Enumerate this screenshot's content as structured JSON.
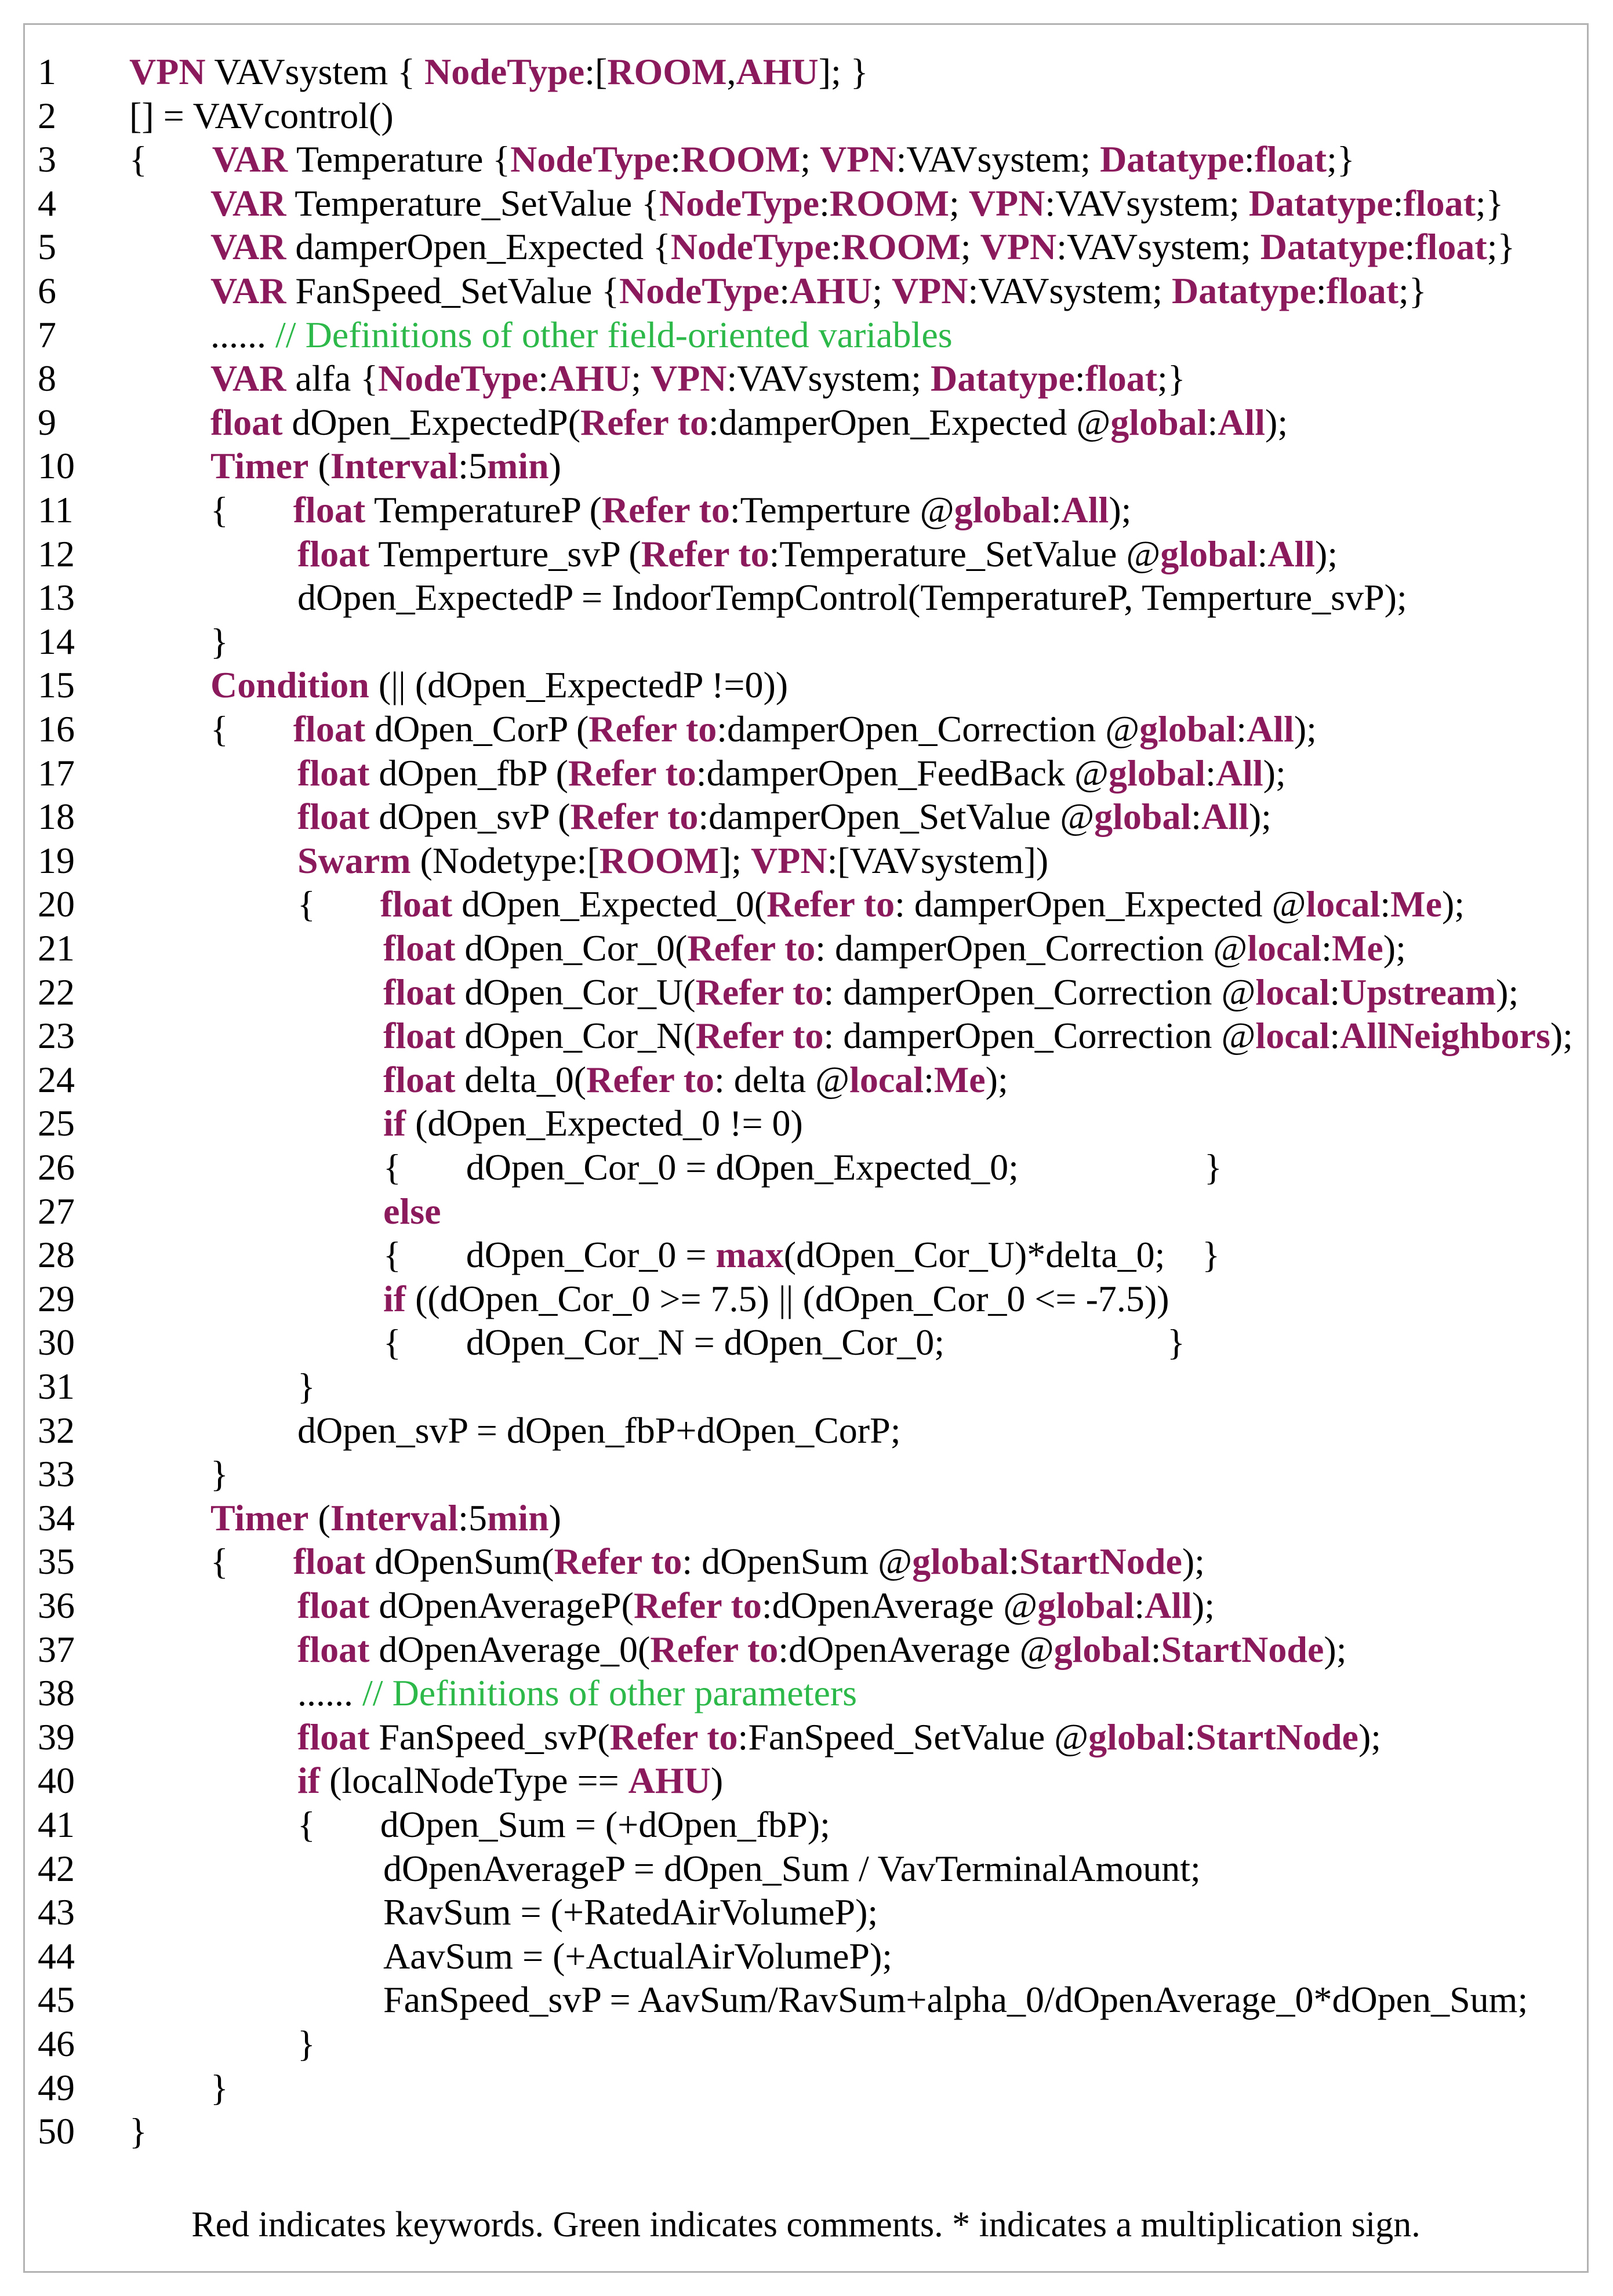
{
  "lines": [
    {
      "n": "1",
      "indent": 0,
      "segs": [
        [
          "k",
          "VPN"
        ],
        [
          "t",
          " VAVsystem { "
        ],
        [
          "k",
          "NodeType"
        ],
        [
          "t",
          ":["
        ],
        [
          "k",
          "ROOM"
        ],
        [
          "t",
          ","
        ],
        [
          "k",
          "AHU"
        ],
        [
          "t",
          "]; }"
        ]
      ]
    },
    {
      "n": "2",
      "indent": 0,
      "segs": [
        [
          "t",
          "[] = VAVcontrol()"
        ]
      ]
    },
    {
      "n": "3",
      "indent": 0,
      "segs": [
        [
          "t",
          "{       "
        ],
        [
          "k",
          "VAR"
        ],
        [
          "t",
          " Temperature {"
        ],
        [
          "k",
          "NodeType"
        ],
        [
          "t",
          ":"
        ],
        [
          "k",
          "ROOM"
        ],
        [
          "t",
          "; "
        ],
        [
          "k",
          "VPN"
        ],
        [
          "t",
          ":VAVsystem; "
        ],
        [
          "k",
          "Datatype"
        ],
        [
          "t",
          ":"
        ],
        [
          "k",
          "float"
        ],
        [
          "t",
          ";}"
        ]
      ]
    },
    {
      "n": "4",
      "indent": 1,
      "segs": [
        [
          "k",
          "VAR"
        ],
        [
          "t",
          " Temperature_SetValue {"
        ],
        [
          "k",
          "NodeType"
        ],
        [
          "t",
          ":"
        ],
        [
          "k",
          "ROOM"
        ],
        [
          "t",
          "; "
        ],
        [
          "k",
          "VPN"
        ],
        [
          "t",
          ":VAVsystem; "
        ],
        [
          "k",
          "Datatype"
        ],
        [
          "t",
          ":"
        ],
        [
          "k",
          "float"
        ],
        [
          "t",
          ";}"
        ]
      ]
    },
    {
      "n": "5",
      "indent": 1,
      "segs": [
        [
          "k",
          "VAR"
        ],
        [
          "t",
          " damperOpen_Expected {"
        ],
        [
          "k",
          "NodeType"
        ],
        [
          "t",
          ":"
        ],
        [
          "k",
          "ROOM"
        ],
        [
          "t",
          "; "
        ],
        [
          "k",
          "VPN"
        ],
        [
          "t",
          ":VAVsystem; "
        ],
        [
          "k",
          "Datatype"
        ],
        [
          "t",
          ":"
        ],
        [
          "k",
          "float"
        ],
        [
          "t",
          ";}"
        ]
      ]
    },
    {
      "n": "6",
      "indent": 1,
      "segs": [
        [
          "k",
          "VAR"
        ],
        [
          "t",
          " FanSpeed_SetValue {"
        ],
        [
          "k",
          "NodeType"
        ],
        [
          "t",
          ":"
        ],
        [
          "k",
          "AHU"
        ],
        [
          "t",
          "; "
        ],
        [
          "k",
          "VPN"
        ],
        [
          "t",
          ":VAVsystem; "
        ],
        [
          "k",
          "Datatype"
        ],
        [
          "t",
          ":"
        ],
        [
          "k",
          "float"
        ],
        [
          "t",
          ";}"
        ]
      ]
    },
    {
      "n": "7",
      "indent": 1,
      "segs": [
        [
          "t",
          "...... "
        ],
        [
          "c",
          "// Definitions of other field-oriented variables"
        ]
      ]
    },
    {
      "n": "8",
      "indent": 1,
      "segs": [
        [
          "k",
          "VAR"
        ],
        [
          "t",
          " alfa {"
        ],
        [
          "k",
          "NodeType"
        ],
        [
          "t",
          ":"
        ],
        [
          "k",
          "AHU"
        ],
        [
          "t",
          "; "
        ],
        [
          "k",
          "VPN"
        ],
        [
          "t",
          ":VAVsystem; "
        ],
        [
          "k",
          "Datatype"
        ],
        [
          "t",
          ":"
        ],
        [
          "k",
          "float"
        ],
        [
          "t",
          ";}"
        ]
      ]
    },
    {
      "n": "9",
      "indent": 1,
      "segs": [
        [
          "k",
          "float"
        ],
        [
          "t",
          " dOpen_ExpectedP("
        ],
        [
          "k",
          "Refer to"
        ],
        [
          "t",
          ":damperOpen_Expected @"
        ],
        [
          "k",
          "global"
        ],
        [
          "t",
          ":"
        ],
        [
          "k",
          "All"
        ],
        [
          "t",
          ");"
        ]
      ]
    },
    {
      "n": "10",
      "indent": 1,
      "segs": [
        [
          "k",
          "Timer"
        ],
        [
          "t",
          " ("
        ],
        [
          "k",
          "Interval"
        ],
        [
          "t",
          ":5"
        ],
        [
          "k",
          "min"
        ],
        [
          "t",
          ")"
        ]
      ]
    },
    {
      "n": "11",
      "indent": 1,
      "segs": [
        [
          "t",
          "{       "
        ],
        [
          "k",
          "float"
        ],
        [
          "t",
          " TemperatureP ("
        ],
        [
          "k",
          "Refer to"
        ],
        [
          "t",
          ":Temperture @"
        ],
        [
          "k",
          "global"
        ],
        [
          "t",
          ":"
        ],
        [
          "k",
          "All"
        ],
        [
          "t",
          ");"
        ]
      ]
    },
    {
      "n": "12",
      "indent": 2,
      "segs": [
        [
          "k",
          "float"
        ],
        [
          "t",
          " Temperture_svP ("
        ],
        [
          "k",
          "Refer to"
        ],
        [
          "t",
          ":Temperature_SetValue @"
        ],
        [
          "k",
          "global"
        ],
        [
          "t",
          ":"
        ],
        [
          "k",
          "All"
        ],
        [
          "t",
          ");"
        ]
      ]
    },
    {
      "n": "13",
      "indent": 2,
      "segs": [
        [
          "t",
          "dOpen_ExpectedP = IndoorTempControl(TemperatureP, Temperture_svP);"
        ]
      ]
    },
    {
      "n": "14",
      "indent": 1,
      "segs": [
        [
          "t",
          "}"
        ]
      ]
    },
    {
      "n": "15",
      "indent": 1,
      "segs": [
        [
          "k",
          "Condition"
        ],
        [
          "t",
          " (|| (dOpen_ExpectedP !=0))"
        ]
      ]
    },
    {
      "n": "16",
      "indent": 1,
      "segs": [
        [
          "t",
          "{       "
        ],
        [
          "k",
          "float"
        ],
        [
          "t",
          " dOpen_CorP ("
        ],
        [
          "k",
          "Refer to"
        ],
        [
          "t",
          ":damperOpen_Correction @"
        ],
        [
          "k",
          "global"
        ],
        [
          "t",
          ":"
        ],
        [
          "k",
          "All"
        ],
        [
          "t",
          ");"
        ]
      ]
    },
    {
      "n": "17",
      "indent": 2,
      "segs": [
        [
          "k",
          "float"
        ],
        [
          "t",
          " dOpen_fbP ("
        ],
        [
          "k",
          "Refer to"
        ],
        [
          "t",
          ":damperOpen_FeedBack @"
        ],
        [
          "k",
          "global"
        ],
        [
          "t",
          ":"
        ],
        [
          "k",
          "All"
        ],
        [
          "t",
          ");"
        ]
      ]
    },
    {
      "n": "18",
      "indent": 2,
      "segs": [
        [
          "k",
          "float"
        ],
        [
          "t",
          " dOpen_svP ("
        ],
        [
          "k",
          "Refer to"
        ],
        [
          "t",
          ":damperOpen_SetValue @"
        ],
        [
          "k",
          "global"
        ],
        [
          "t",
          ":"
        ],
        [
          "k",
          "All"
        ],
        [
          "t",
          ");"
        ]
      ]
    },
    {
      "n": "19",
      "indent": 2,
      "segs": [
        [
          "k",
          "Swarm"
        ],
        [
          "t",
          " (Nodetype:["
        ],
        [
          "k",
          "ROOM"
        ],
        [
          "t",
          "]; "
        ],
        [
          "k",
          "VPN"
        ],
        [
          "t",
          ":[VAVsystem])"
        ]
      ]
    },
    {
      "n": "20",
      "indent": 2,
      "segs": [
        [
          "t",
          "{       "
        ],
        [
          "k",
          "float"
        ],
        [
          "t",
          " dOpen_Expected_0("
        ],
        [
          "k",
          "Refer to"
        ],
        [
          "t",
          ": damperOpen_Expected @"
        ],
        [
          "k",
          "local"
        ],
        [
          "t",
          ":"
        ],
        [
          "k",
          "Me"
        ],
        [
          "t",
          ");"
        ]
      ]
    },
    {
      "n": "21",
      "indent": 3,
      "segs": [
        [
          "k",
          "float"
        ],
        [
          "t",
          " dOpen_Cor_0("
        ],
        [
          "k",
          "Refer to"
        ],
        [
          "t",
          ": damperOpen_Correction @"
        ],
        [
          "k",
          "local"
        ],
        [
          "t",
          ":"
        ],
        [
          "k",
          "Me"
        ],
        [
          "t",
          ");"
        ]
      ]
    },
    {
      "n": "22",
      "indent": 3,
      "segs": [
        [
          "k",
          "float"
        ],
        [
          "t",
          " dOpen_Cor_U("
        ],
        [
          "k",
          "Refer to"
        ],
        [
          "t",
          ": damperOpen_Correction @"
        ],
        [
          "k",
          "local"
        ],
        [
          "t",
          ":"
        ],
        [
          "k",
          "Upstream"
        ],
        [
          "t",
          ");"
        ]
      ]
    },
    {
      "n": "23",
      "indent": 3,
      "segs": [
        [
          "k",
          "float"
        ],
        [
          "t",
          " dOpen_Cor_N("
        ],
        [
          "k",
          "Refer to"
        ],
        [
          "t",
          ": damperOpen_Correction @"
        ],
        [
          "k",
          "local"
        ],
        [
          "t",
          ":"
        ],
        [
          "k",
          "AllNeighbors"
        ],
        [
          "t",
          ");"
        ]
      ]
    },
    {
      "n": "24",
      "indent": 3,
      "segs": [
        [
          "k",
          "float"
        ],
        [
          "t",
          " delta_0("
        ],
        [
          "k",
          "Refer to"
        ],
        [
          "t",
          ": delta @"
        ],
        [
          "k",
          "local"
        ],
        [
          "t",
          ":"
        ],
        [
          "k",
          "Me"
        ],
        [
          "t",
          ");"
        ]
      ]
    },
    {
      "n": "25",
      "indent": 3,
      "segs": [
        [
          "k",
          "if"
        ],
        [
          "t",
          " (dOpen_Expected_0 != 0)"
        ]
      ]
    },
    {
      "n": "26",
      "indent": 3,
      "segs": [
        [
          "t",
          "{       dOpen_Cor_0 = dOpen_Expected_0;                    }"
        ]
      ]
    },
    {
      "n": "27",
      "indent": 3,
      "segs": [
        [
          "k",
          "else"
        ]
      ]
    },
    {
      "n": "28",
      "indent": 3,
      "segs": [
        [
          "t",
          "{       dOpen_Cor_0 = "
        ],
        [
          "k",
          "max"
        ],
        [
          "t",
          "(dOpen_Cor_U)*delta_0;    }"
        ]
      ]
    },
    {
      "n": "29",
      "indent": 3,
      "segs": [
        [
          "k",
          "if"
        ],
        [
          "t",
          " ((dOpen_Cor_0 >= 7.5) || (dOpen_Cor_0 <= -7.5))"
        ]
      ]
    },
    {
      "n": "30",
      "indent": 3,
      "segs": [
        [
          "t",
          "{       dOpen_Cor_N = dOpen_Cor_0;                        }"
        ]
      ]
    },
    {
      "n": "31",
      "indent": 2,
      "segs": [
        [
          "t",
          "}"
        ]
      ]
    },
    {
      "n": "32",
      "indent": 2,
      "segs": [
        [
          "t",
          "dOpen_svP = dOpen_fbP+dOpen_CorP;"
        ]
      ]
    },
    {
      "n": "33",
      "indent": 1,
      "segs": [
        [
          "t",
          "}"
        ]
      ]
    },
    {
      "n": "34",
      "indent": 1,
      "segs": [
        [
          "k",
          "Timer"
        ],
        [
          "t",
          " ("
        ],
        [
          "k",
          "Interval"
        ],
        [
          "t",
          ":5"
        ],
        [
          "k",
          "min"
        ],
        [
          "t",
          ")"
        ]
      ]
    },
    {
      "n": "35",
      "indent": 1,
      "segs": [
        [
          "t",
          "{       "
        ],
        [
          "k",
          "float"
        ],
        [
          "t",
          " dOpenSum("
        ],
        [
          "k",
          "Refer to"
        ],
        [
          "t",
          ": dOpenSum @"
        ],
        [
          "k",
          "global"
        ],
        [
          "t",
          ":"
        ],
        [
          "k",
          "StartNode"
        ],
        [
          "t",
          ");"
        ]
      ]
    },
    {
      "n": "36",
      "indent": 2,
      "segs": [
        [
          "k",
          "float"
        ],
        [
          "t",
          " dOpenAverageP("
        ],
        [
          "k",
          "Refer to"
        ],
        [
          "t",
          ":dOpenAverage @"
        ],
        [
          "k",
          "global"
        ],
        [
          "t",
          ":"
        ],
        [
          "k",
          "All"
        ],
        [
          "t",
          ");"
        ]
      ]
    },
    {
      "n": "37",
      "indent": 2,
      "segs": [
        [
          "k",
          "float"
        ],
        [
          "t",
          " dOpenAverage_0("
        ],
        [
          "k",
          "Refer to"
        ],
        [
          "t",
          ":dOpenAverage @"
        ],
        [
          "k",
          "global"
        ],
        [
          "t",
          ":"
        ],
        [
          "k",
          "StartNode"
        ],
        [
          "t",
          ");"
        ]
      ]
    },
    {
      "n": "38",
      "indent": 2,
      "segs": [
        [
          "t",
          "...... "
        ],
        [
          "c",
          "// Definitions of other parameters"
        ]
      ]
    },
    {
      "n": "39",
      "indent": 2,
      "segs": [
        [
          "k",
          "float"
        ],
        [
          "t",
          " FanSpeed_svP("
        ],
        [
          "k",
          "Refer to"
        ],
        [
          "t",
          ":FanSpeed_SetValue @"
        ],
        [
          "k",
          "global"
        ],
        [
          "t",
          ":"
        ],
        [
          "k",
          "StartNode"
        ],
        [
          "t",
          ");"
        ]
      ]
    },
    {
      "n": "40",
      "indent": 2,
      "segs": [
        [
          "k",
          "if"
        ],
        [
          "t",
          " (localNodeType == "
        ],
        [
          "k",
          "AHU"
        ],
        [
          "t",
          ")"
        ]
      ]
    },
    {
      "n": "41",
      "indent": 2,
      "segs": [
        [
          "t",
          "{       dOpen_Sum = (+dOpen_fbP);"
        ]
      ]
    },
    {
      "n": "42",
      "indent": 3,
      "segs": [
        [
          "t",
          "dOpenAverageP = dOpen_Sum / VavTerminalAmount;"
        ]
      ]
    },
    {
      "n": "43",
      "indent": 3,
      "segs": [
        [
          "t",
          "RavSum = (+RatedAirVolumeP);"
        ]
      ]
    },
    {
      "n": "44",
      "indent": 3,
      "segs": [
        [
          "t",
          "AavSum = (+ActualAirVolumeP);"
        ]
      ]
    },
    {
      "n": "45",
      "indent": 3,
      "segs": [
        [
          "t",
          "FanSpeed_svP = AavSum/RavSum+alpha_0/dOpenAverage_0*dOpen_Sum;"
        ]
      ]
    },
    {
      "n": "46",
      "indent": 2,
      "segs": [
        [
          "t",
          "}"
        ]
      ]
    },
    {
      "n": "49",
      "indent": 1,
      "segs": [
        [
          "t",
          "}"
        ]
      ]
    },
    {
      "n": "50",
      "indent": 0,
      "segs": [
        [
          "t",
          "}"
        ]
      ]
    }
  ],
  "caption": "Red indicates keywords. Green indicates comments. * indicates a multiplication sign."
}
